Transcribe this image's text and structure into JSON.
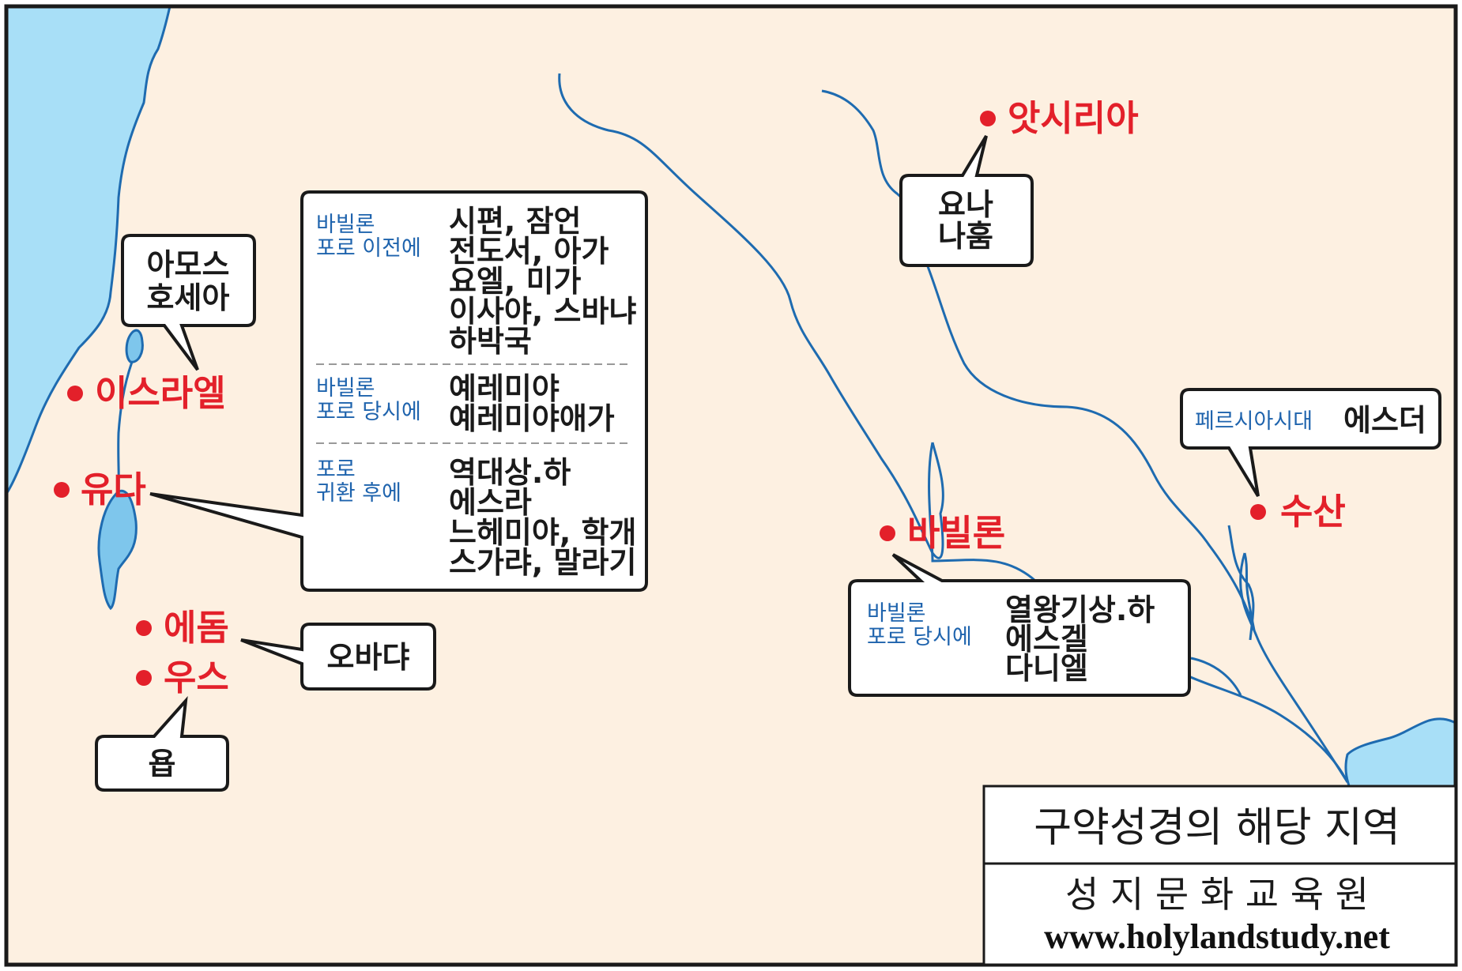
{
  "colors": {
    "land": "#fdf0e1",
    "water": "#a8dff7",
    "river": "#1e6bb0",
    "place_label": "#e3202a",
    "blue_label": "#1e63ad",
    "border": "#1a1a1a"
  },
  "places": {
    "assyria": "앗시리아",
    "israel": "이스라엘",
    "judah": "유다",
    "edom": "에돔",
    "uz": "우스",
    "babylon": "바빌론",
    "susa": "수산"
  },
  "bubbles": {
    "amos": {
      "lines": [
        "아모스",
        "호세아"
      ]
    },
    "jonah": {
      "lines": [
        "요나",
        "나훔"
      ]
    },
    "obadiah": {
      "lines": [
        "오바댜"
      ]
    },
    "job": {
      "lines": [
        "욥"
      ]
    },
    "esther": {
      "label": "페르시아시대",
      "books": "에스더"
    },
    "exile_babylon": {
      "label": [
        "바빌론",
        "포로 당시에"
      ],
      "books": [
        "열왕기상.하",
        "에스겔",
        "다니엘"
      ]
    },
    "judah_list": {
      "sections": [
        {
          "label": [
            "바빌론",
            "포로 이전에"
          ],
          "books": [
            "시편, 잠언",
            "전도서, 아가",
            "요엘, 미가",
            "이사야, 스바냐",
            "하박국"
          ]
        },
        {
          "label": [
            "바빌론",
            "포로 당시에"
          ],
          "books": [
            "예레미야",
            "예레미야애가"
          ]
        },
        {
          "label": [
            "포로",
            "귀환 후에"
          ],
          "books": [
            "역대상.하",
            "에스라",
            "느헤미야, 학개",
            "스가랴, 말라기"
          ]
        }
      ]
    }
  },
  "legend": {
    "title": "구약성경의 해당 지역",
    "publisher": "성 지 문 화 교 육 원",
    "url": "www.holylandstudy.net"
  }
}
